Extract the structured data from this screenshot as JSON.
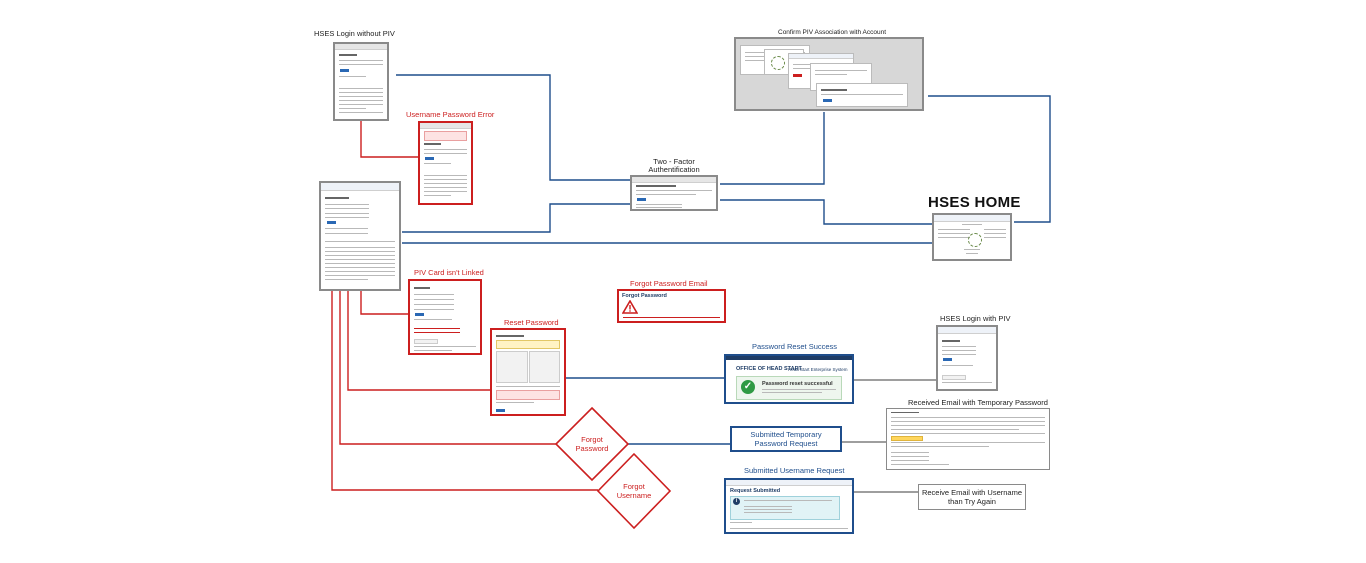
{
  "diagram": {
    "title": "HSES HOME",
    "nodes": {
      "login_without_piv": {
        "label": "HSES Login without PIV"
      },
      "username_password_error": {
        "label": "Username Password Error"
      },
      "confirm_piv_association": {
        "label": "Confirm PIV Association with Account"
      },
      "two_factor": {
        "label_line1": "Two - Factor",
        "label_line2": "Authentification"
      },
      "hses_home": {
        "label": "HSES HOME"
      },
      "piv_card_not_linked": {
        "label": "PIV Card isn't Linked"
      },
      "forgot_password_email": {
        "label": "Forgot Password Email",
        "screen_title": "Forgot Password"
      },
      "reset_password": {
        "label": "Reset Password"
      },
      "password_reset_success": {
        "label": "Password Reset Success",
        "brand": "OFFICE OF HEAD START",
        "system": "Head Start Enterprise System",
        "message_title": "Password reset successful"
      },
      "hses_login_with_piv": {
        "label": "HSES Login with PIV"
      },
      "received_email_temp_password": {
        "label": "Received Email with Temporary Password"
      },
      "forgot_password_decision": {
        "line1": "Forgot",
        "line2": "Password"
      },
      "submitted_temp_password_request": {
        "line1": "Submitted Temporary",
        "line2": "Password Request"
      },
      "submitted_username_request": {
        "label": "Submitted Username Request",
        "screen_title": "Request Submitted"
      },
      "forgot_username_decision": {
        "line1": "Forgot",
        "line2": "Username"
      },
      "receive_email_username": {
        "line1": "Receive Email with Username",
        "line2": "than Try Again"
      }
    }
  },
  "colors": {
    "blue_connector": "#1f4e8c",
    "red_connector": "#cc1f1f",
    "gray_connector": "#7f7f7f",
    "gray_frame": "#8a8a8a"
  }
}
